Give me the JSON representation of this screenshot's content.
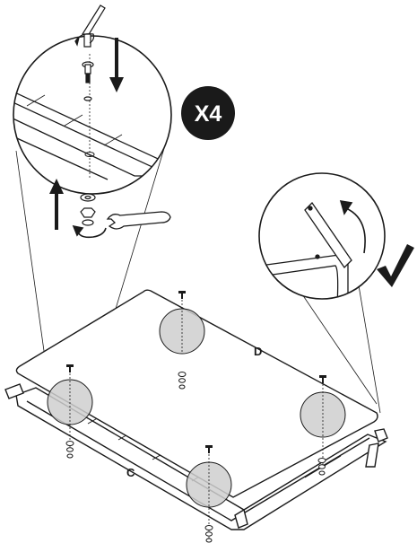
{
  "diagram": {
    "quantity_badge": "X4",
    "part_labels": {
      "top_panel": "D",
      "base_frame": "C"
    },
    "icons": {
      "hex_key": "hex-key-icon",
      "wrench": "wrench-icon",
      "checkmark": "checkmark-icon",
      "rotate_arrow": "rotate-arrow-icon"
    },
    "colors": {
      "ink": "#1a1a1a",
      "highlight": "#cfcfcf",
      "badge": "#1a1a1a"
    }
  }
}
